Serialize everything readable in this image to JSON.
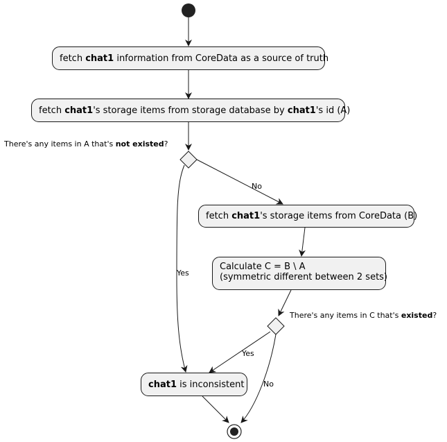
{
  "activities": {
    "a1": {
      "pre": "fetch ",
      "bold": "chat1",
      "post": " information from CoreData as a source of truth"
    },
    "a2": {
      "pre": "fetch ",
      "bold": "chat1",
      "mid": "'s storage items from storage database by ",
      "bold2": "chat1",
      "post": "'s id (A)"
    },
    "a3": {
      "pre": "fetch ",
      "bold": "chat1",
      "post": "'s storage items from CoreData (B)"
    },
    "a4": {
      "line1": "Calculate C = B \\ A",
      "line2": "(symmetric different between 2 sets)"
    },
    "a5": {
      "bold": "chat1",
      "post": " is inconsistent"
    }
  },
  "conditions": {
    "c1": {
      "pre": "There's any items in A that's ",
      "bold": "not existed",
      "post": "?"
    },
    "c2": {
      "pre": "There's any items in C that's ",
      "bold": "existed",
      "post": "?"
    }
  },
  "edge_labels": {
    "c1_no": "No",
    "c1_yes": "Yes",
    "c2_yes": "Yes",
    "c2_no": "No"
  }
}
